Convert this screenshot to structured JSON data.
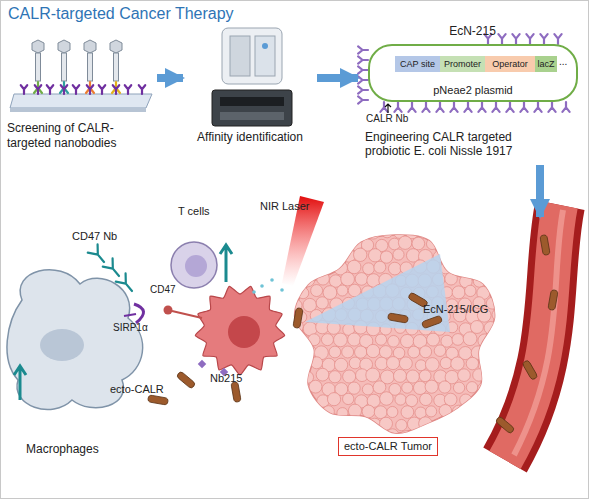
{
  "diagram": {
    "title": "CALR-targeted Cancer Therapy",
    "nodes": [
      {
        "text": [
          "Screening of CALR-targeted nanobodies"
        ]
      },
      {
        "text": [
          "Affinity identification"
        ]
      },
      {
        "text": [
          "EcN-215",
          "pNeae2 plasmid",
          "Engineering CALR targeted probiotic E. coli Nissle 1917"
        ]
      },
      {
        "text": [
          "CAP site"
        ],
        "in": 2
      },
      {
        "text": [
          "Promoter"
        ],
        "in": 2
      },
      {
        "text": [
          "Operator"
        ],
        "in": 2
      },
      {
        "text": [
          "lacZ"
        ],
        "in": 2
      },
      {
        "text": [
          "ecto-CALR Tumor"
        ]
      }
    ],
    "edges": [
      {
        "from": 0,
        "to": 1,
        "arrow": "to"
      },
      {
        "from": 1,
        "to": 2,
        "arrow": "to"
      },
      {
        "from": 2,
        "to": 7,
        "arrow": "to"
      }
    ],
    "labels": [
      "...",
      "CALR Nb",
      "T cells",
      "NIR Laser",
      "CD47 Nb",
      "CD47",
      "SIRP1α",
      "ecto-CALR",
      "Nb215",
      "Macrophages",
      "EcN-215/ICG"
    ]
  }
}
